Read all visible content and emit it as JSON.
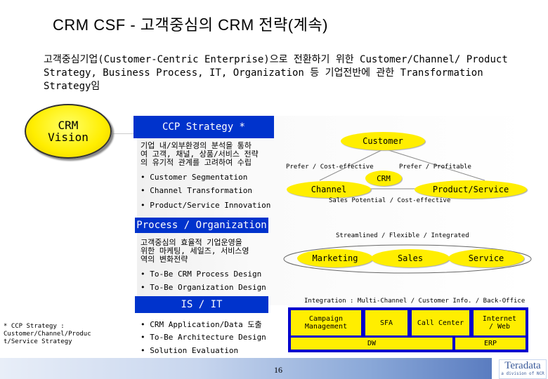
{
  "title": "CRM CSF - 고객중심의 CRM 전략(계속)",
  "intro": "고객중심기업(Customer-Centric Enterprise)으로 전환하기 위한 Customer/Channel/ Product Strategy, Business Process, IT, Organization 등 기업전반에 관한 Transformation Strategy임",
  "vision": "CRM\nVision",
  "ccp": {
    "header": "CCP Strategy *",
    "desc": "기업 내/외부환경의 분석을 통하\n여 고객, 채널, 상품/서비스 전략\n의 유기적 관계를 고려하여 수립",
    "bullets": [
      "• Customer Segmentation",
      "• Channel Transformation",
      "• Product/Service Innovation"
    ],
    "customer": "Customer",
    "crm": "CRM",
    "channel": "Channel",
    "product": "Product/Service",
    "prefer_cost": "Prefer / Cost-effective",
    "prefer_profit": "Prefer / Profitable",
    "sales_potential": "Sales Potential / Cost-effective"
  },
  "process": {
    "header": "Process / Organization",
    "desc": "고객중심의 효율적 기업운영을\n위한 마케팅, 세일즈, 서비스영\n역의 변화전략",
    "bullets": [
      "• To-Be CRM Process Design",
      "• To-Be Organization Design"
    ],
    "streamlined": "Streamlined / Flexible / Integrated",
    "marketing": "Marketing",
    "sales": "Sales",
    "service": "Service"
  },
  "is": {
    "header": "IS / IT",
    "integration": "Integration : Multi-Channel / Customer Info. / Back-Office",
    "bullets": [
      "• CRM Application/Data 도출",
      "• To-Be Architecture Design",
      "• Solution Evaluation"
    ],
    "campaign": "Campaign\nManagement",
    "sfa": "SFA",
    "callcenter": "Call Center",
    "internet": "Internet\n/ Web",
    "dw": "DW",
    "erp": "ERP"
  },
  "footnote": "* CCP Strategy :\nCustomer/Channel/Produc\nt/Service Strategy",
  "page_number": "16",
  "logo": {
    "name": "Teradata",
    "tagline": "a division of NCR"
  }
}
